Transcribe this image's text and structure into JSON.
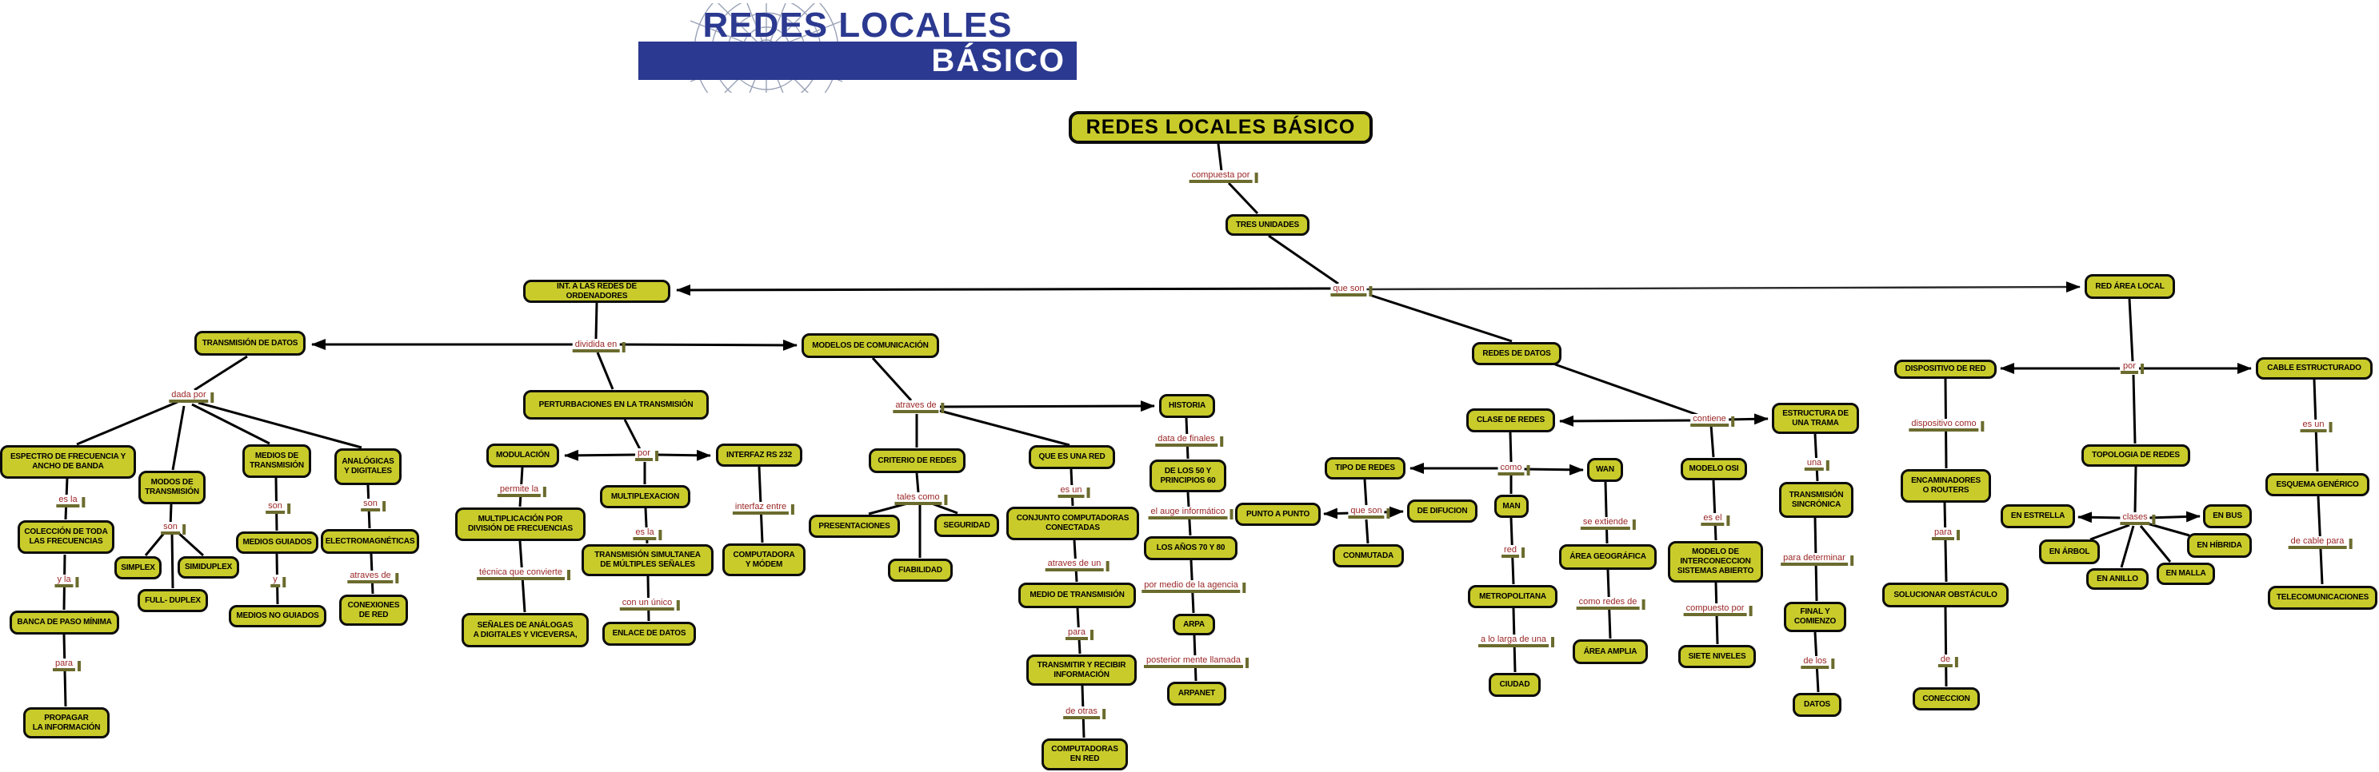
{
  "logo": {
    "line1": "REDES LOCALES",
    "line2": "BÁSICO"
  },
  "nodes": {
    "title": "REDES LOCALES BÁSICO",
    "tres_unidades": "TRES UNIDADES",
    "int_redes": "INT. A LAS REDES DE ORDENADORES",
    "transmision_datos": "TRANSMISIÓN DE DATOS",
    "modelos_comunicacion": "MODELOS DE COMUNICACIÓN",
    "redes_datos": "REDES DE DATOS",
    "red_area_local": "RED ÁREA LOCAL",
    "dispositivo_red": "DISPOSITIVO DE RED",
    "cable_estructurado": "CABLE ESTRUCTURADO",
    "perturbaciones": "PERTURBACIONES EN LA TRANSMISIÓN",
    "espectro": "ESPECTRO DE FRECUENCIA Y\nANCHO DE BANDA",
    "modos_transmision": "MODOS DE\nTRANSMISIÓN",
    "medios_transmision": "MEDIOS DE\nTRANSMISIÓN",
    "analogicas": "ANALÓGICAS\nY DIGITALES",
    "modulacion": "MODULACIÓN",
    "interfaz_rs232": "INTERFAZ RS 232",
    "multiplexacion": "MULTIPLEXACION",
    "multiplicacion": "MULTIPLICACIÓN POR\nDIVISIÓN DE FRECUENCIAS",
    "criterio_redes": "CRITERIO DE REDES",
    "que_es_una_red": "QUE ES UNA RED",
    "historia": "HISTORIA",
    "clase_redes": "CLASE DE REDES",
    "estructura_trama": "ESTRUCTURA DE\nUNA TRAMA",
    "tipo_redes": "TIPO DE REDES",
    "wan": "WAN",
    "modelo_osi": "MODELO OSI",
    "man": "MAN",
    "de_difucion": "DE DIFUCION",
    "punto_a_punto": "PUNTO A PUNTO",
    "conmutada": "CONMUTADA",
    "encaminadores": "ENCAMINADORES\nO ROUTERS",
    "transmision_sincronica": "TRANSMISIÓN\nSINCRÓNICA",
    "topologia_redes": "TOPOLOGIA DE REDES",
    "esquema_generico": "ESQUEMA GENÉRICO",
    "simplex": "SIMPLEX",
    "simiduplex": "SIMIDUPLEX",
    "full_duplex": "FULL- DUPLEX",
    "medios_guiados": "MEDIOS GUIADOS",
    "medios_no_guiados": "MEDIOS NO GUIADOS",
    "electromagneticas": "ELECTROMAGNÉTICAS",
    "conexiones_red": "CONEXIONES\nDE RED",
    "coleccion": "COLECCIÓN DE TODA\nLAS FRECUENCIAS",
    "banca_paso": "BANCA DE PASO MÍNIMA",
    "propagar": "PROPAGAR\nLA INFORMACIÓN",
    "senales": "SEÑALES DE ANÁLOGAS\nA DIGITALES Y VICEVERSA,",
    "transmision_simultanea": "TRANSMISIÓN SIMULTANEA\nDE MÚLTIPLES SEÑALES",
    "enlace_datos": "ENLACE DE DATOS",
    "computadora_modem": "COMPUTADORA\nY MÓDEM",
    "presentaciones": "PRESENTACIONES",
    "seguridad": "SEGURIDAD",
    "fiabilidad": "FIABILIDAD",
    "conjunto": "CONJUNTO COMPUTADORAS\nCONECTADAS",
    "medio_transmision": "MEDIO DE TRANSMISIÓN",
    "transmitir": "TRANSMITIR Y RECIBIR\nINFORMACIÓN",
    "computadoras_red": "COMPUTADORAS\nEN RED",
    "de_los_50": "DE LOS 50 Y\nPRINCIPIOS  60",
    "los_anos_70": "LOS AÑOS 70  Y  80",
    "arpa": "ARPA",
    "arpanet": "ARPANET",
    "metropolitana": "METROPOLITANA",
    "ciudad": "CIUDAD",
    "area_geografica": "ÁREA GEOGRÁFICA",
    "area_amplia": "ÁREA AMPLIA",
    "modelo_interconeccion": "MODELO DE\nINTERCONECCION\nSISTEMAS ABIERTO",
    "siete_niveles": "SIETE NIVELES",
    "final_comienzo": "FINAL Y\nCOMIENZO",
    "datos": "DATOS",
    "solucionar": "SOLUCIONAR OBSTÁCULO",
    "coneccion": "CONECCION",
    "en_estrella": "EN ESTRELLA",
    "en_bus": "EN BUS",
    "en_arbol": "EN ÁRBOL",
    "en_hibrida": "EN HÍBRIDA",
    "en_anillo": "EN ANILLO",
    "en_malla": "EN MALLA",
    "telecomunicaciones": "TELECOMUNICACIONES"
  },
  "labels": {
    "compuesta_por": "compuesta por",
    "que_son_top": "que son",
    "dividida_en": "dividida en",
    "dada_por": "dada por",
    "es_la_1": "es  la",
    "y_la": "y la",
    "para_1": "para",
    "son_1": "son",
    "son_2": "son",
    "son_3": "son",
    "y_1": "y",
    "atraves_de_1": "atraves de",
    "por_1": "por",
    "permite_la": "permite la",
    "es_la_2": "es  la",
    "interfaz_entre": "interfaz  entre",
    "tecnica": "técnica que convierte",
    "con_un_unico": "con un único",
    "atraves_de_2": "atraves  de",
    "tales_como": "tales como",
    "es_un_1": "es un",
    "atraves_de_un": "atraves de un",
    "para_2": "para",
    "de_otras": "de otras",
    "data_de_finales": "data  de finales",
    "el_auge": "el auge informático",
    "por_medio": "por medio de la agencia",
    "posterior": "posterior mente llamada",
    "que_son_2": "que son",
    "contiene": "contiene",
    "como_1": "como",
    "red_1": "red",
    "a_lo_larga": "a lo larga  de una",
    "se_extiende": "se extiende",
    "como_redes": "como  redes de",
    "es_el": "es el",
    "compuesto_por": "compuesto por",
    "una": "una",
    "para_determinar": "para determinar",
    "de_los": "de los",
    "dispositivo_como": "dispositivo como",
    "para_3": "para",
    "de_1": "de",
    "por_2": "por",
    "clases": "clases",
    "es_un_2": "es un",
    "de_cable_para": "de cable  para"
  }
}
